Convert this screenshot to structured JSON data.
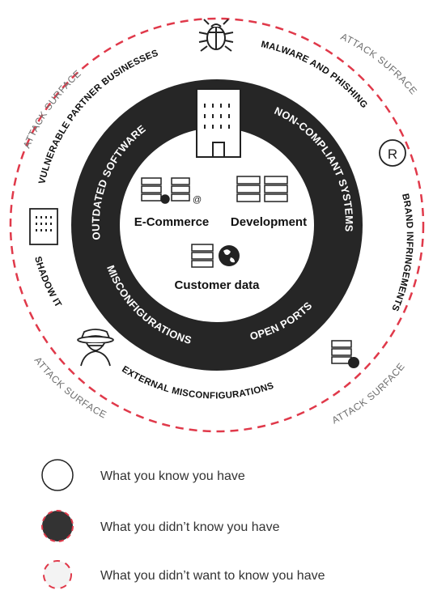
{
  "outer_ring": {
    "attack_surface_labels": [
      "ATTACK SURFACE",
      "ATTACK SUFRACE",
      "ATTACK SURFACE",
      "ATTACK SURFACE"
    ],
    "categories": {
      "vulnerable_partners": "VULNERABLE PARTNER BUSINESSES",
      "malware": "MALWARE AND PHISHING",
      "brand": "BRAND INFRINGEMENTS",
      "external_misconfig": "EXTERNAL MISCONFIGURATIONS",
      "shadow_it": "SHADOW IT"
    }
  },
  "dark_ring": {
    "outdated": "OUTDATED SOFTWARE",
    "non_compliant": "NON-COMPLIANT SYSTEMS",
    "open_ports": "OPEN PORTS",
    "misconfigurations": "MISCONFIGURATIONS"
  },
  "center": {
    "ecommerce": "E-Commerce",
    "development": "Development",
    "customer_data": "Customer data"
  },
  "legend": [
    {
      "label": "What you know you have"
    },
    {
      "label": "What you didn’t know you have"
    },
    {
      "label": "What you didn’t want to know you have"
    }
  ],
  "colors": {
    "dashed_red": "#e0394a",
    "dark_ring": "#262626",
    "light_fill": "#f3f3f3"
  }
}
